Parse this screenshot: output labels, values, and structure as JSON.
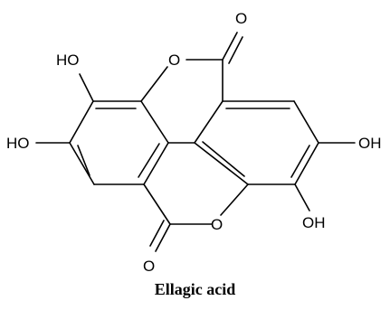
{
  "molecule": {
    "caption": "Ellagic acid",
    "labels": {
      "o_ring_top": "O",
      "o_carbonyl_top": "O",
      "ho_top_left": "HO",
      "ho_left": "HO",
      "oh_right": "OH",
      "oh_bottom_right": "OH",
      "o_ring_bottom": "O",
      "o_carbonyl_bottom": "O"
    },
    "colors": {
      "ink": "#000000",
      "background": "#ffffff"
    }
  }
}
